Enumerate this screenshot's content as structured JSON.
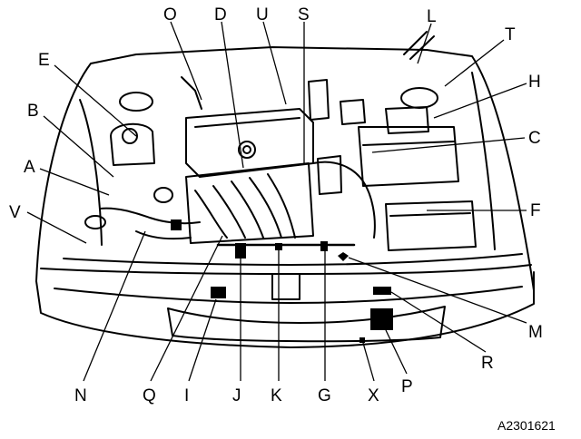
{
  "diagram": {
    "labels": {
      "A": "A",
      "B": "B",
      "C": "C",
      "D": "D",
      "E": "E",
      "F": "F",
      "G": "G",
      "H": "H",
      "I": "I",
      "J": "J",
      "K": "K",
      "L": "L",
      "M": "M",
      "N": "N",
      "O": "O",
      "P": "P",
      "Q": "Q",
      "R": "R",
      "S": "S",
      "T": "T",
      "U": "U",
      "V": "V",
      "X": "X"
    },
    "figure_code": "A2301621"
  }
}
